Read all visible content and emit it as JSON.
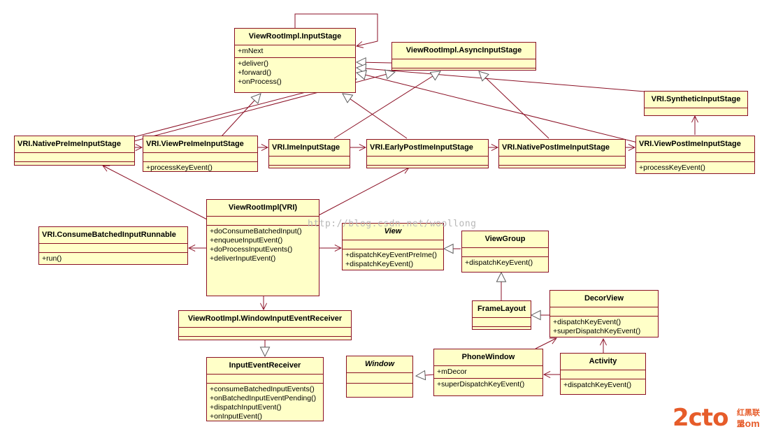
{
  "classes": {
    "inputStage": {
      "name": "ViewRootImpl.InputStage",
      "attrs": [
        "+mNext"
      ],
      "ops": [
        "+deliver()",
        "+forward()",
        "+onProcess()"
      ]
    },
    "asyncInputStage": {
      "name": "ViewRootImpl.AsyncInputStage"
    },
    "syntheticInputStage": {
      "name": "VRI.SyntheticInputStage"
    },
    "nativePreIme": {
      "name": "VRI.NativePreImeInputStage"
    },
    "viewPreIme": {
      "name": "VRI.ViewPreImeInputStage",
      "ops": [
        "+processKeyEvent()"
      ]
    },
    "imeInput": {
      "name": "VRI.ImeInputStage"
    },
    "earlyPostIme": {
      "name": "VRI.EarlyPostImeInputStage"
    },
    "nativePostIme": {
      "name": "VRI.NativePostImeInputStage"
    },
    "viewPostIme": {
      "name": "VRI.ViewPostImeInputStage",
      "ops": [
        "+processKeyEvent()"
      ]
    },
    "viewRootImpl": {
      "name": "ViewRootImpl(VRI)",
      "ops": [
        "+doConsumeBatchedInput()",
        "+enqueueInputEvent()",
        "+doProcessInputEvents()",
        "+deliverInputEvent()"
      ]
    },
    "consumeBatched": {
      "name": "VRI.ConsumeBatchedInputRunnable",
      "ops": [
        "+run()"
      ]
    },
    "view": {
      "name": "View",
      "ops": [
        "+dispatchKeyEventPreIme()",
        "+dispatchKeyEvent()"
      ]
    },
    "viewGroup": {
      "name": "ViewGroup",
      "ops": [
        "+dispatchKeyEvent()"
      ]
    },
    "frameLayout": {
      "name": "FrameLayout"
    },
    "decorView": {
      "name": "DecorView",
      "ops": [
        "+dispatchKeyEvent()",
        "+superDispatchKeyEvent()"
      ]
    },
    "windowInputEventReceiver": {
      "name": "ViewRootImpl.WindowInputEventReceiver"
    },
    "inputEventReceiver": {
      "name": "InputEventReceiver",
      "ops": [
        "+consumeBatchedInputEvents()",
        "+onBatchedInputEventPending()",
        "+dispatchInputEvent()",
        "+onInputEvent()"
      ]
    },
    "window": {
      "name": "Window"
    },
    "phoneWindow": {
      "name": "PhoneWindow",
      "attrs": [
        "+mDecor"
      ],
      "ops": [
        "+superDispatchKeyEvent()"
      ]
    },
    "activity": {
      "name": "Activity",
      "ops": [
        "+dispatchKeyEvent()"
      ]
    }
  },
  "watermark": "http://blog.csdn.net/woollong",
  "logo": {
    "big": "2cto",
    "cn": "红黑联盟",
    "com": ".com"
  },
  "colors": {
    "fill": "#ffffc8",
    "border": "#8a0f24",
    "watermark": "#b8b8b8",
    "logo": "#e65c2a"
  }
}
